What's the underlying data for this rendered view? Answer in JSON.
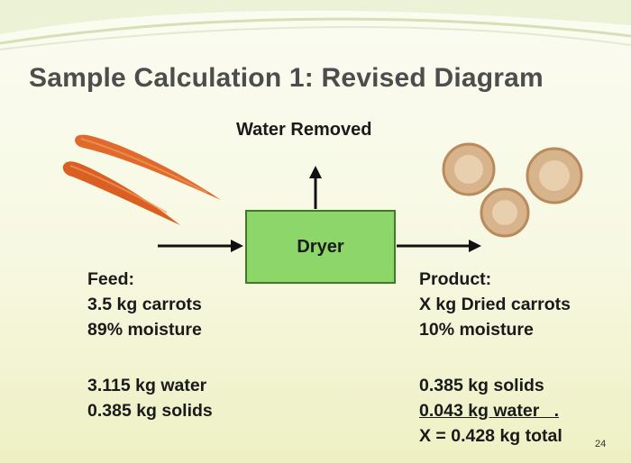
{
  "slide": {
    "title": "Sample Calculation 1:  Revised Diagram",
    "slide_number": "24"
  },
  "diagram": {
    "water_removed_label": "Water Removed",
    "dryer_label": "Dryer",
    "feed": {
      "heading": "Feed:",
      "line1": "3.5 kg carrots",
      "line2": "89% moisture",
      "line3": "3.115 kg water",
      "line4": "0.385 kg solids"
    },
    "product": {
      "heading": "Product:",
      "line1": "X kg Dried carrots",
      "line2": "10% moisture",
      "line3": "0.385 kg solids",
      "line4": "0.043 kg water   .",
      "line5": "X = 0.428 kg total"
    }
  },
  "colors": {
    "dryer_fill": "#8dd76a",
    "dryer_border": "#3f7a28",
    "title_text": "#4d4d4d",
    "carrot": "#e06a2c",
    "slice": "#d8b48c"
  }
}
